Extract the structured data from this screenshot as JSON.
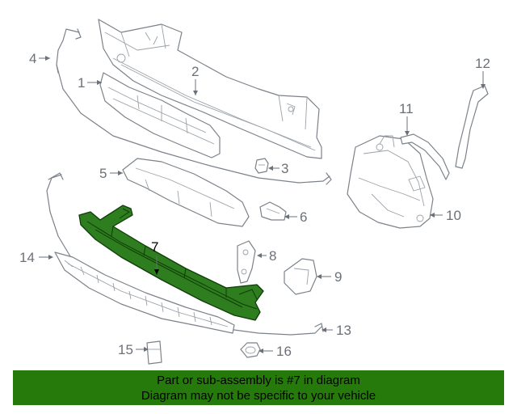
{
  "highlight_color": "#2e7d1e",
  "banner": {
    "background": "#267a0b",
    "line1": "Part or sub-assembly is #7 in diagram",
    "line2": "Diagram may not be specific to your vehicle"
  },
  "callouts": {
    "c1": "1",
    "c2": "2",
    "c3": "3",
    "c4": "4",
    "c5": "5",
    "c6": "6",
    "c7": "7",
    "c8": "8",
    "c9": "9",
    "c10": "10",
    "c11": "11",
    "c12": "12",
    "c13": "13",
    "c14": "14",
    "c15": "15",
    "c16": "16"
  },
  "highlighted_part": "7"
}
